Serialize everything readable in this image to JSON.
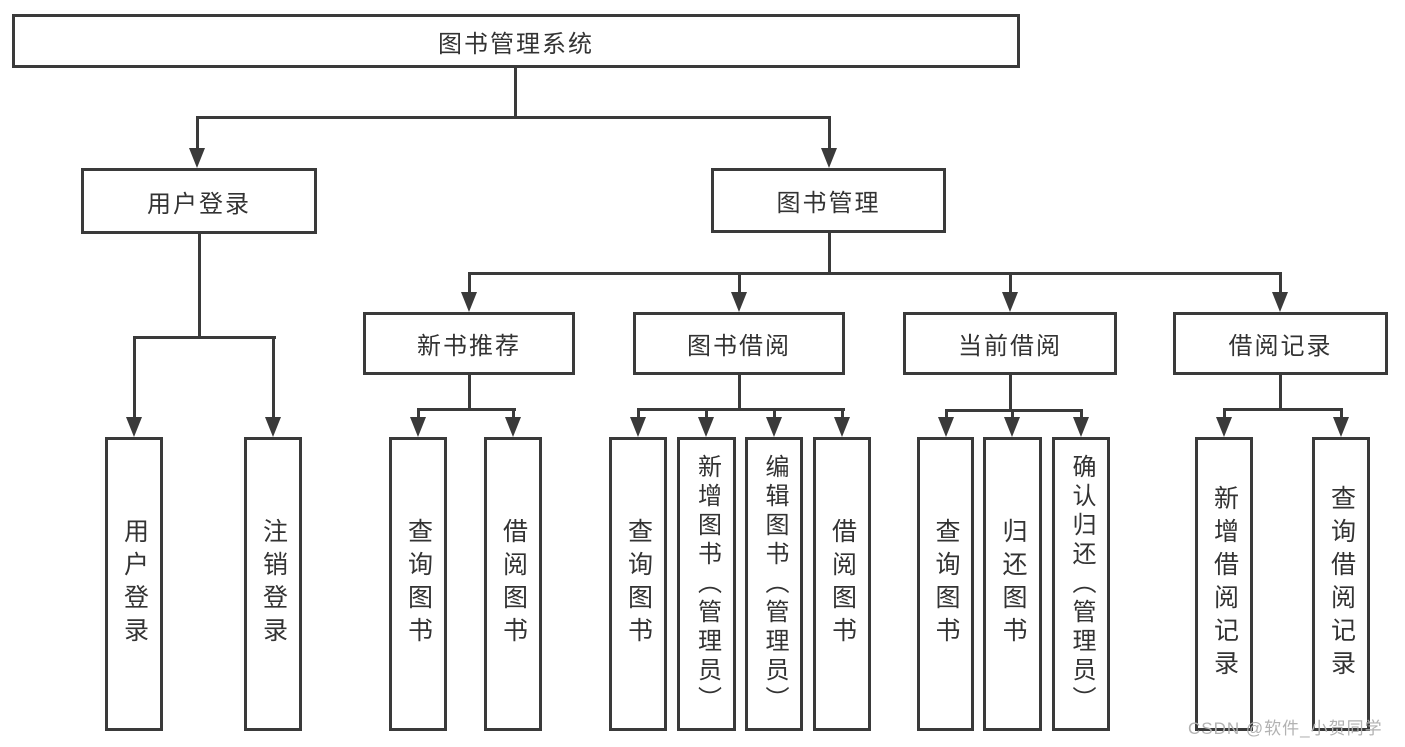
{
  "tree": {
    "root": "图书管理系统",
    "branches": [
      {
        "label": "用户登录",
        "children": [
          "用户登录",
          "注销登录"
        ]
      },
      {
        "label": "图书管理",
        "groups": [
          {
            "label": "新书推荐",
            "children": [
              "查询图书",
              "借阅图书"
            ]
          },
          {
            "label": "图书借阅",
            "children": [
              "查询图书",
              "新增图书（管理员）",
              "编辑图书（管理员）",
              "借阅图书"
            ]
          },
          {
            "label": "当前借阅",
            "children": [
              "查询图书",
              "归还图书",
              "确认归还（管理员）"
            ]
          },
          {
            "label": "借阅记录",
            "children": [
              "新增借阅记录",
              "查询借阅记录"
            ]
          }
        ]
      }
    ]
  },
  "watermark": "CSDN @软件_小贺同学",
  "colors": {
    "line": "#3a3a3a",
    "box_border": "#3a3a3a",
    "box_fill": "#ffffff",
    "text": "#333333",
    "watermark": "#b2b2b2",
    "background": "#ffffff"
  }
}
